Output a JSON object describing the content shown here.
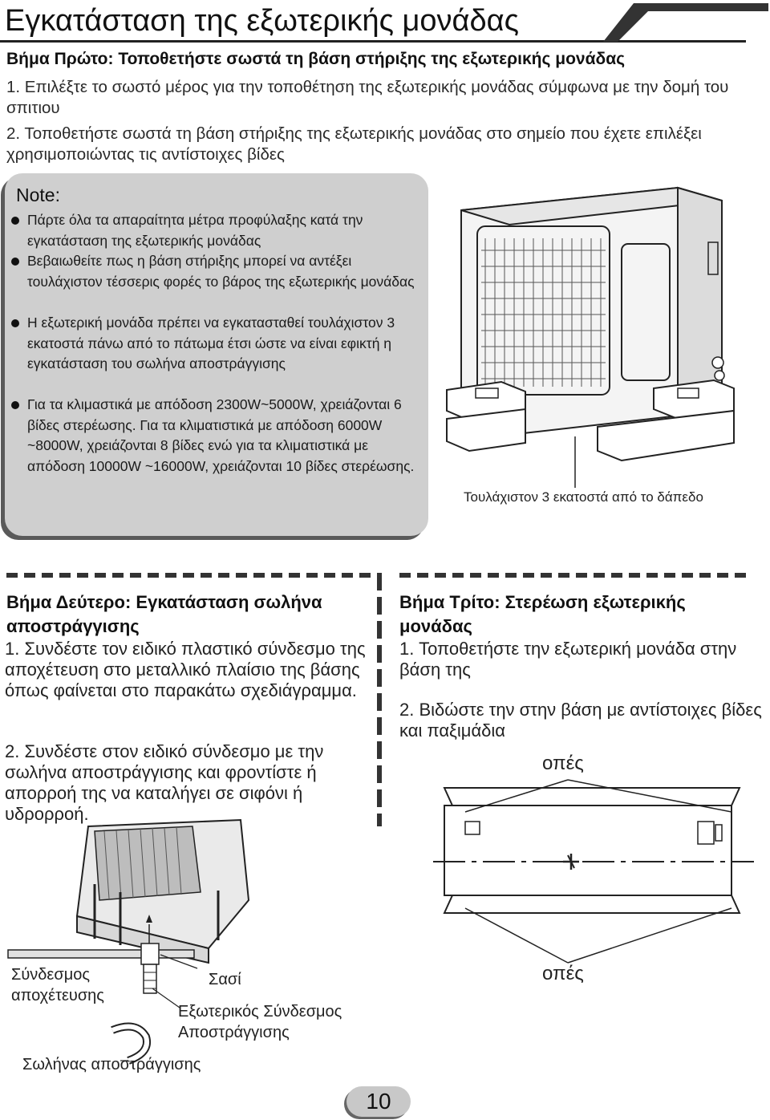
{
  "title": "Εγκατάσταση της εξωτερικής μονάδας",
  "step1": {
    "heading": "Βήμα Πρώτο: Τοποθετήστε σωστά τη βάση στήριξης της εξωτερικής μονάδας",
    "item1": "1. Επιλέξτε το σωστό μέρος για την τοποθέτηση της εξωτερικής μονάδας σύμφωνα με την δομή του σπιτιου",
    "item2": "2. Τοποθετήστε σωστά τη βάση στήριξης της εξωτερικής μονάδας στο σημείο που έχετε επιλέξει χρησιμοποιώντας τις αντίστοιχες βίδες"
  },
  "note": {
    "title": "Note:",
    "items": [
      "Πάρτε όλα τα απαραίτητα μέτρα προφύλαξης κατά την εγκατάσταση της εξωτερικής μονάδας",
      "Βεβαιωθείτε πως η βάση στήριξης μπορεί να αντέξει τουλάχιστον τέσσερις φορές το βάρος της εξωτερικής μονάδας",
      "Η εξωτερική μονάδα πρέπει να εγκατασταθεί τουλάχιστον 3 εκατοστά πάνω από το πάτωμα έτσι ώστε να είναι εφικτή η εγκατάσταση του σωλήνα αποστράγγισης",
      "Για τα κλιμαστικά με απόδοση 2300W~5000W, χρειάζονται 6 βίδες στερέωσης. Για τα κλιματιστικά με απόδοση  6000W ~8000W, χρειάζονται 8 βίδες ενώ για τα κλιματιστικά με απόδοση 10000W ~16000W, χρειάζονται 10 βίδες στερέωσης."
    ]
  },
  "figure1": {
    "caption": "Τουλάχιστον 3 εκατοστά από το δάπεδο"
  },
  "step2": {
    "heading": "Βήμα Δεύτερο: Εγκατάσταση σωλήνα αποστράγγισης",
    "item1": "1. Συνδέστε τον ειδικό πλαστικό σύνδεσμο της αποχέτευση στο μεταλλικό πλαίσιο της βάσης όπως φαίνεται στο παρακάτω σχεδιάγραμμα.",
    "item2": "2. Συνδέστε στον ειδικό σύνδεσμο με την σωλήνα αποστράγγισης και φροντίστε ή απορροή της να καταλήγει σε σιφόνι ή υδρορροή.",
    "labels": {
      "drain_joint": "Σύνδεσμος αποχέτευσης",
      "chassis": "Σασί",
      "external_joint": "Εξωτερικός Σύνδεσμος Αποστράγγισης",
      "drain_hose": "Σωλήνας αποστράγγισης"
    }
  },
  "step3": {
    "heading": "Βήμα Τρίτο: Στερέωση εξωτερικής μονάδας",
    "item1": "1. Τοποθετήστε την εξωτερική μονάδα στην βάση της",
    "item2": "2. Βιδώστε την στην βάση με αντίστοιχες βίδες και παξιμάδια",
    "labels": {
      "holes_top": "οπές",
      "holes_bottom": "οπές"
    }
  },
  "page_number": "10"
}
